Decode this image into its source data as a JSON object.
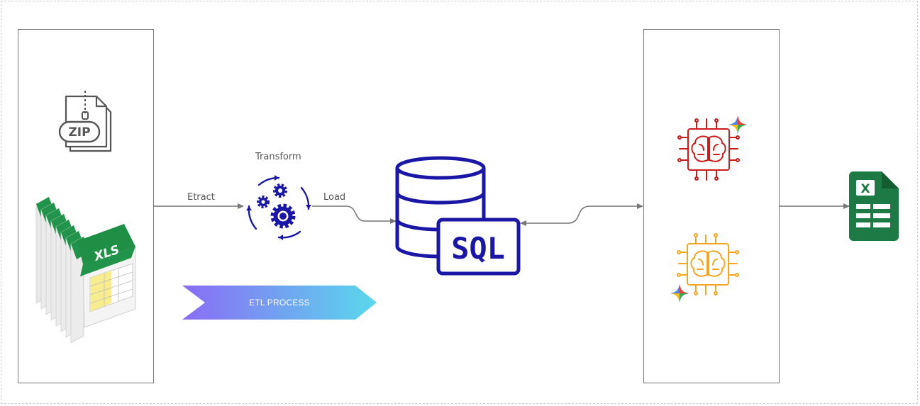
{
  "diagram": {
    "labels": {
      "extract": "Etract",
      "transform": "Transform",
      "load": "Load"
    },
    "banner": {
      "text": "ETL PROCESS",
      "gradient_start": "#8a6cf5",
      "gradient_end": "#5ad8ec"
    },
    "sources": {
      "zip_icon_text": "ZIP",
      "xls_icon_text": "XLS"
    },
    "database": {
      "label": "SQL",
      "color": "#1a17a6"
    },
    "ai_models": {
      "top_color": "#cc1b1b",
      "bottom_color": "#f4a623"
    },
    "output": {
      "excel_letter": "X",
      "color": "#1e7a45"
    },
    "connector_color": "#777777"
  }
}
